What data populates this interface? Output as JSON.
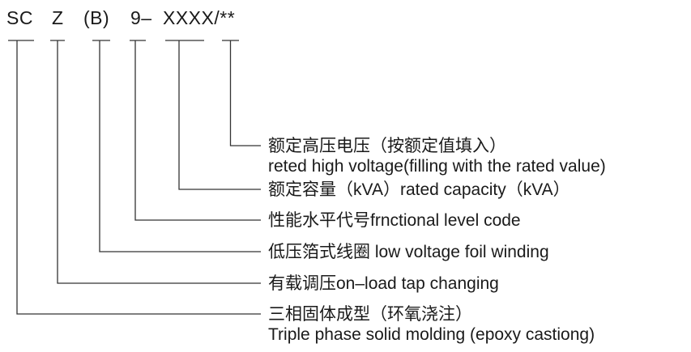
{
  "code": {
    "parts": [
      "SC",
      "Z",
      "(B)",
      "9–",
      "XXXX/**"
    ]
  },
  "annotations": [
    {
      "lines": [
        "额定高压电压（按额定值填入）",
        "reted high voltage(filling with the rated value)"
      ]
    },
    {
      "lines": [
        "额定容量（kVA）rated capacity（kVA）"
      ]
    },
    {
      "lines": [
        "性能水平代号frnctional level code"
      ]
    },
    {
      "lines": [
        "低压箔式线圈  low voltage foil winding"
      ]
    },
    {
      "lines": [
        "有载调压on–load tap changing"
      ]
    },
    {
      "lines": [
        "三相固体成型（环氧浇注）",
        "Triple phase solid molding (epoxy castiong)"
      ]
    }
  ],
  "colors": {
    "line": "#333333",
    "text": "#1a1a1a"
  }
}
